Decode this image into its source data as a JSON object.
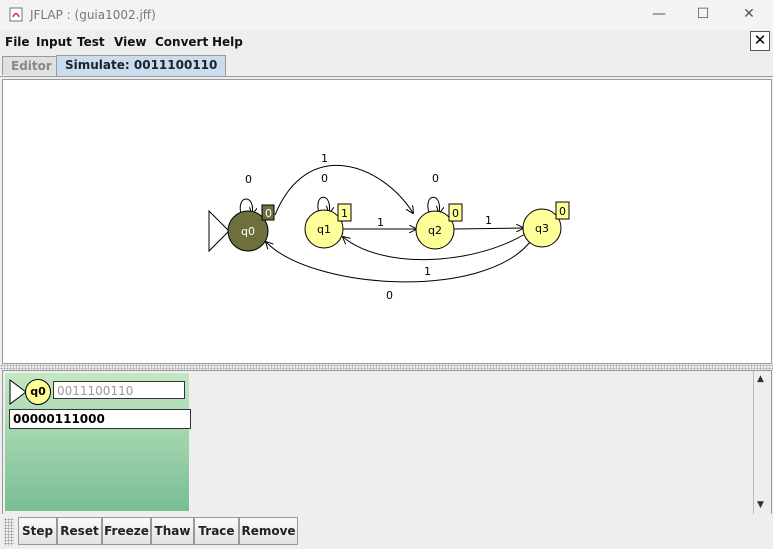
{
  "window": {
    "title": "JFLAP : (guia1002.jff)",
    "minimize": "—",
    "maximize": "☐",
    "close": "✕"
  },
  "menu": [
    "File",
    "Input",
    "Test",
    "View",
    "Convert",
    "Help"
  ],
  "doc_close": "✕",
  "tabs": [
    {
      "label": "Editor",
      "active": false
    },
    {
      "label": "Simulate: 0011100110",
      "active": true
    }
  ],
  "automaton": {
    "states": [
      {
        "name": "q0",
        "output": "0",
        "initial": true,
        "current": true
      },
      {
        "name": "q1",
        "output": "1"
      },
      {
        "name": "q2",
        "output": "0"
      },
      {
        "name": "q3",
        "output": "0"
      }
    ],
    "transitions": [
      {
        "from": "q0",
        "to": "q0",
        "label": "0"
      },
      {
        "from": "q0",
        "to": "q2",
        "label": "1"
      },
      {
        "from": "q1",
        "to": "q1",
        "label": "0"
      },
      {
        "from": "q1",
        "to": "q2",
        "label": "1"
      },
      {
        "from": "q2",
        "to": "q2",
        "label": "0"
      },
      {
        "from": "q2",
        "to": "q3",
        "label": "1"
      },
      {
        "from": "q3",
        "to": "q1",
        "label": "1"
      },
      {
        "from": "q3",
        "to": "q0",
        "label": "0"
      }
    ],
    "colors": {
      "state_fill": "#ffff99",
      "current_state_fill": "#6f6f3e",
      "output_box": "#ffff99",
      "current_output_box": "#6f6f3e"
    }
  },
  "config": {
    "state": "q0",
    "remaining_input": "0011100110",
    "output": "00000111000"
  },
  "buttons": [
    "Step",
    "Reset",
    "Freeze",
    "Thaw",
    "Trace",
    "Remove"
  ]
}
